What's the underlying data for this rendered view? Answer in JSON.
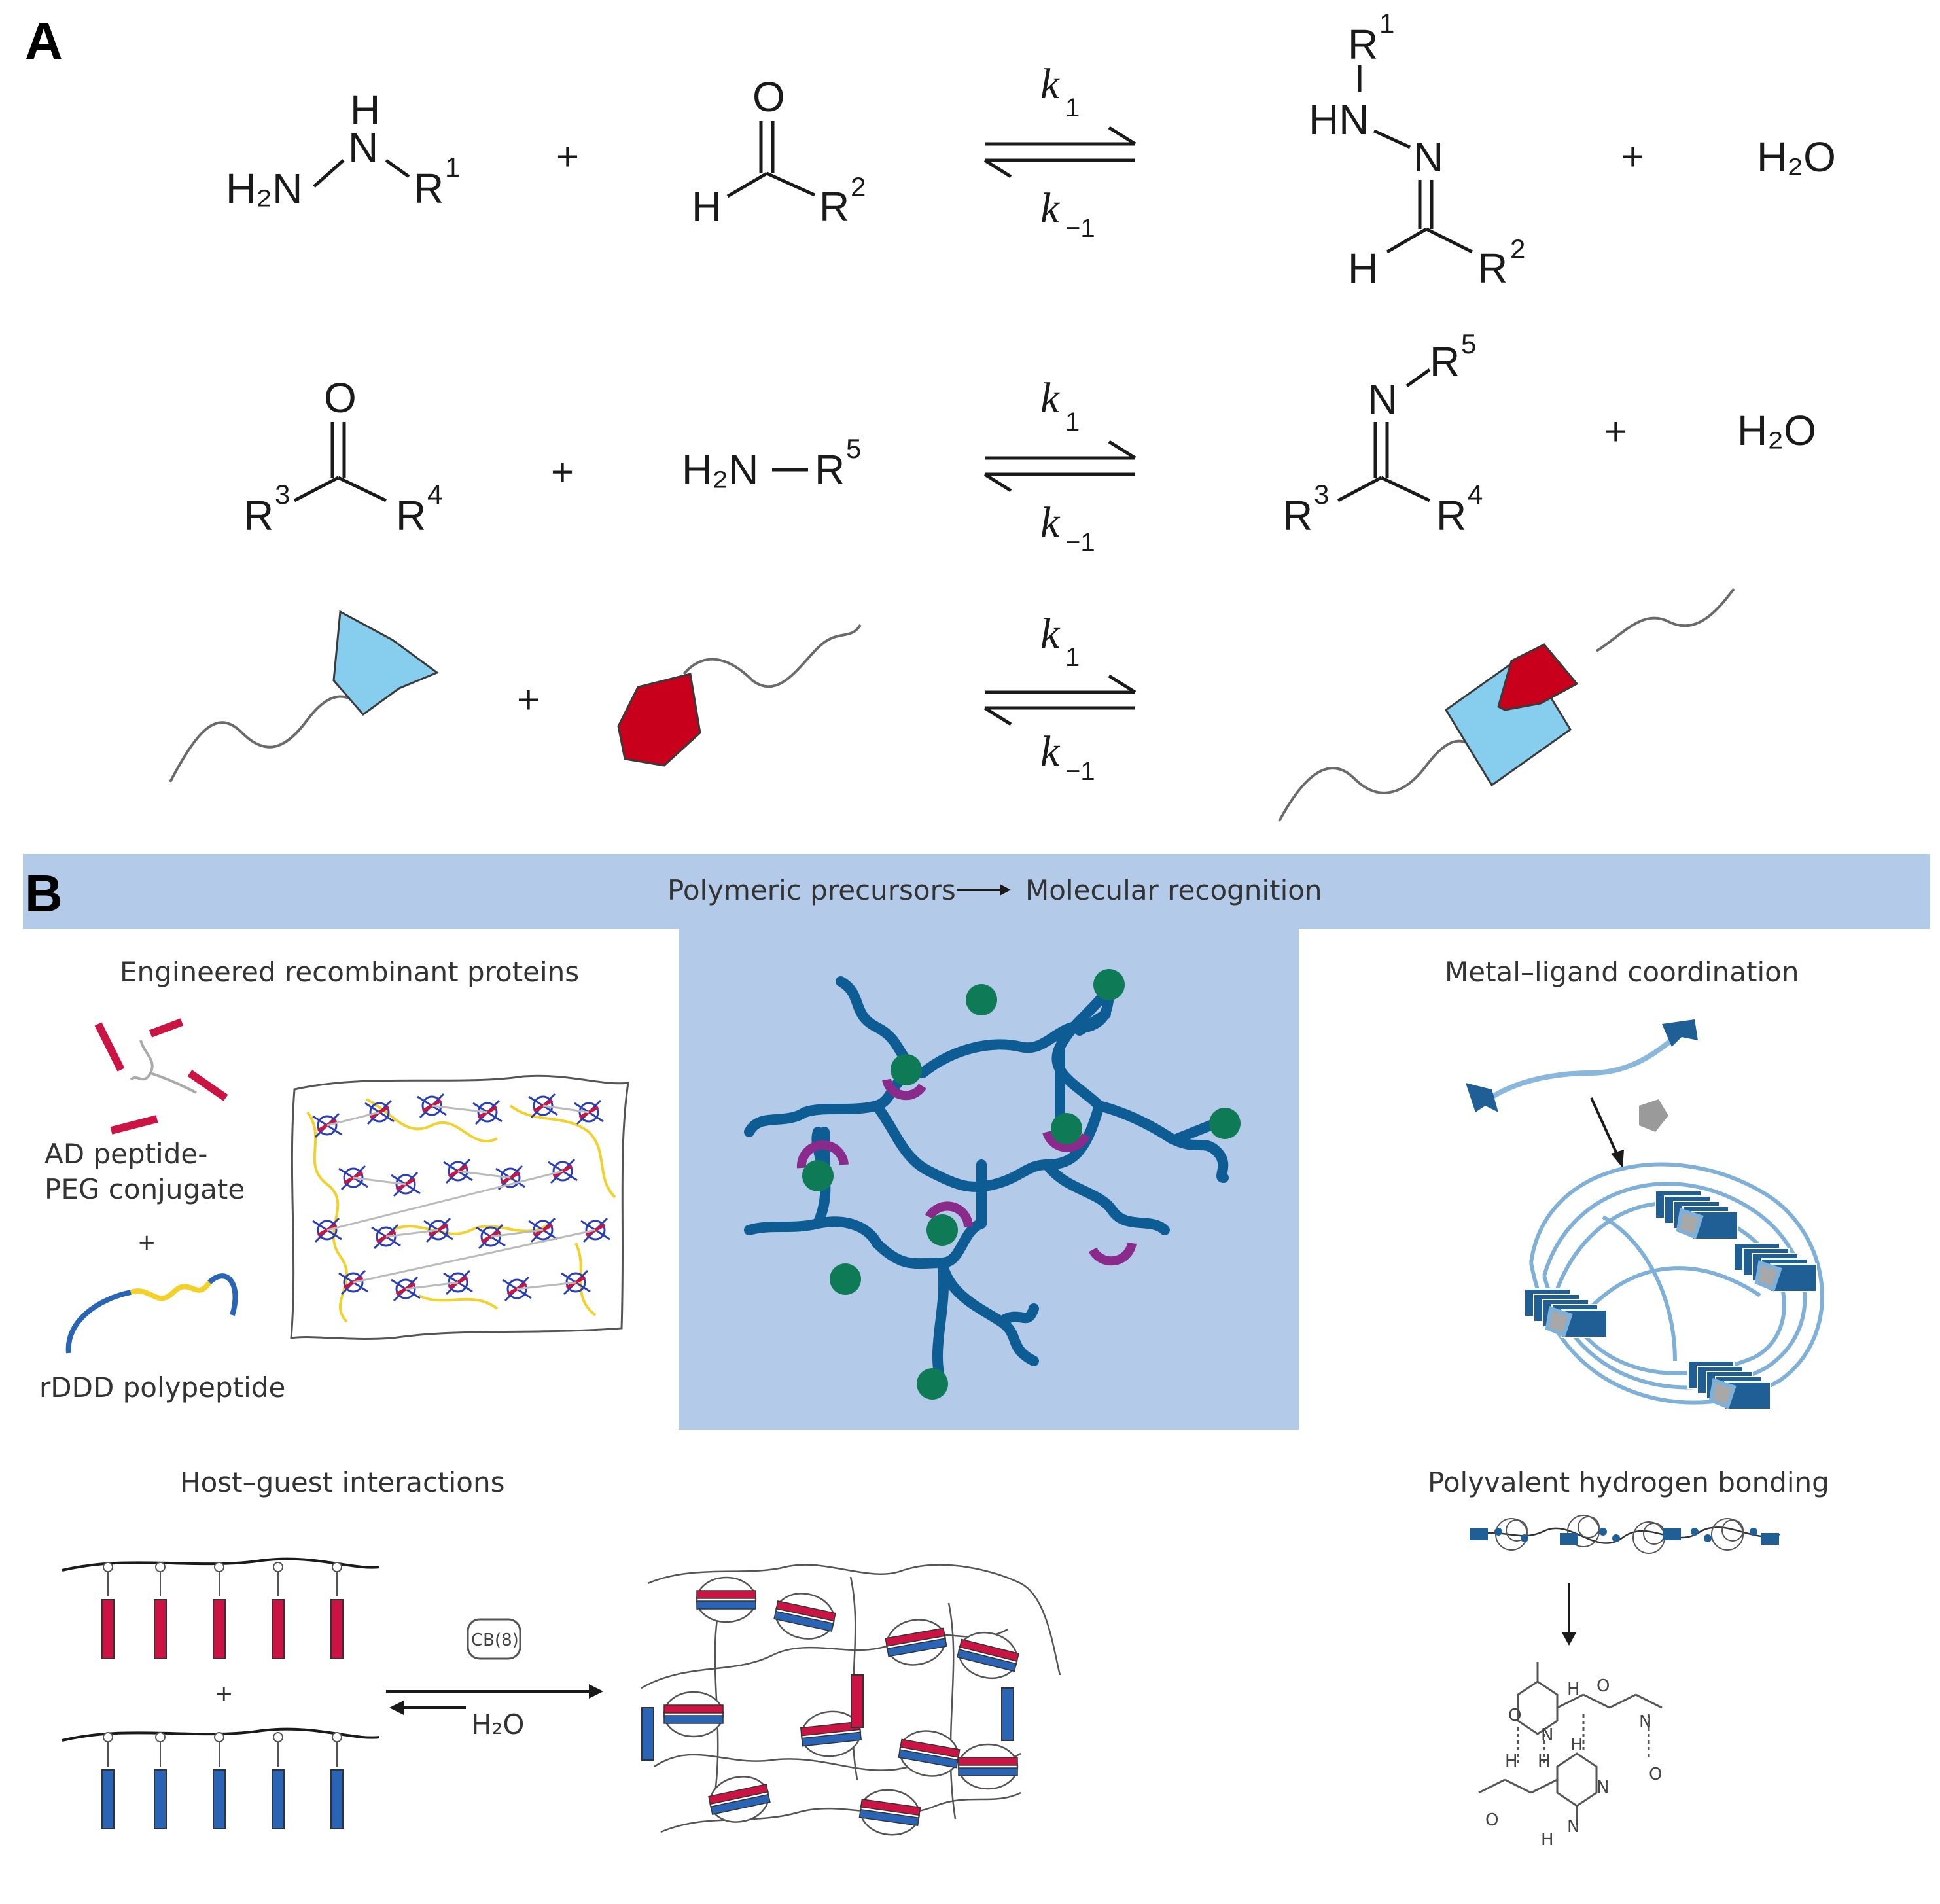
{
  "panels": {
    "a": "A",
    "b": "B"
  },
  "reactions": {
    "hydrazine": "H₂N",
    "nh_h": "H",
    "nh_n": "N",
    "r1": "R",
    "one": "1",
    "two": "2",
    "three": "3",
    "four": "4",
    "five": "5",
    "r2": "R",
    "r3": "R",
    "r4": "R",
    "r5": "R",
    "o": "O",
    "h": "H",
    "hn": "HN",
    "n": "N",
    "h2n": "H₂N",
    "water": "H₂O",
    "plus": "+",
    "k": "k",
    "k_fwd_sub": "1",
    "k_rev_sub": "−1"
  },
  "banner": {
    "left": "Polymeric precursors",
    "right": "Molecular recognition"
  },
  "sections": {
    "proteins": {
      "title": "Engineered recombinant proteins",
      "label1_line1": "AD peptide-",
      "label1_line2": "PEG conjugate",
      "plus": "+",
      "label2": "rDDD polypeptide"
    },
    "metal": {
      "title": "Metal–ligand coordination"
    },
    "hostguest": {
      "title": "Host–guest interactions",
      "cb": "CB(8)",
      "water": "H₂O",
      "plus": "+"
    },
    "hbond": {
      "title": "Polyvalent hydrogen bonding",
      "atom_o": "O",
      "atom_n": "N",
      "atom_h": "H"
    }
  },
  "colors": {
    "banner": "#b3cbe9",
    "polymer_blue": "#0e5c94",
    "node_green": "#0f7a56",
    "receptor_purple": "#8a2a8a",
    "guest_red": "#cf1030",
    "host_blue": "#86cdee",
    "rod_red": "#cc1444",
    "rod_blue": "#2a64b5",
    "yellow_chain": "#f2d22a"
  }
}
